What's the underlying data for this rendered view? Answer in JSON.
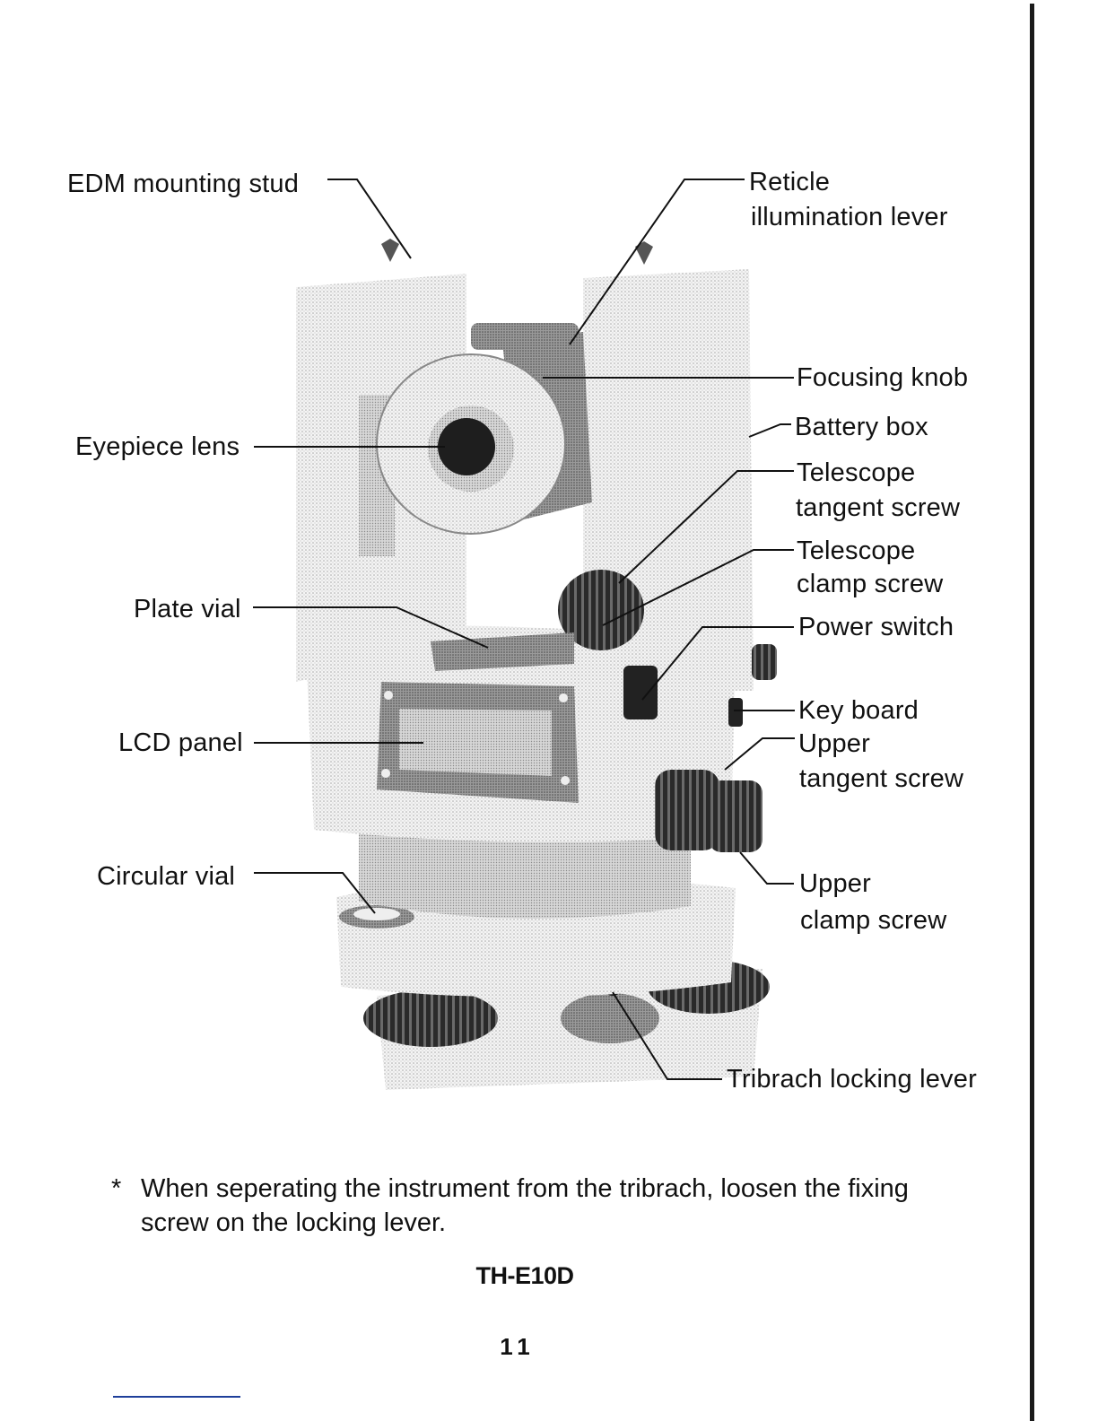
{
  "labels": {
    "edm_mounting_stud": "EDM mounting stud",
    "reticle_illumination_lever_line1": "Reticle",
    "reticle_illumination_lever_line2": "illumination lever",
    "focusing_knob": "Focusing knob",
    "battery_box": "Battery box",
    "eyepiece_lens": "Eyepiece lens",
    "telescope_tangent_screw_line1": "Telescope",
    "telescope_tangent_screw_line2": "tangent screw",
    "telescope_clamp_screw_line1": "Telescope",
    "telescope_clamp_screw_line2": "clamp screw",
    "plate_vial": "Plate vial",
    "power_switch": "Power switch",
    "key_board": "Key board",
    "upper_tangent_screw_line1": "Upper",
    "upper_tangent_screw_line2": "tangent screw",
    "lcd_panel": "LCD panel",
    "circular_vial": "Circular vial",
    "upper_clamp_screw_line1": "Upper",
    "upper_clamp_screw_line2": "clamp screw",
    "tribrach_locking_lever": "Tribrach locking lever"
  },
  "footnote": {
    "marker": "*",
    "text": "When seperating the instrument from the tribrach, loosen the fixing screw on the locking lever."
  },
  "model": "TH-E10D",
  "page_number": "11"
}
